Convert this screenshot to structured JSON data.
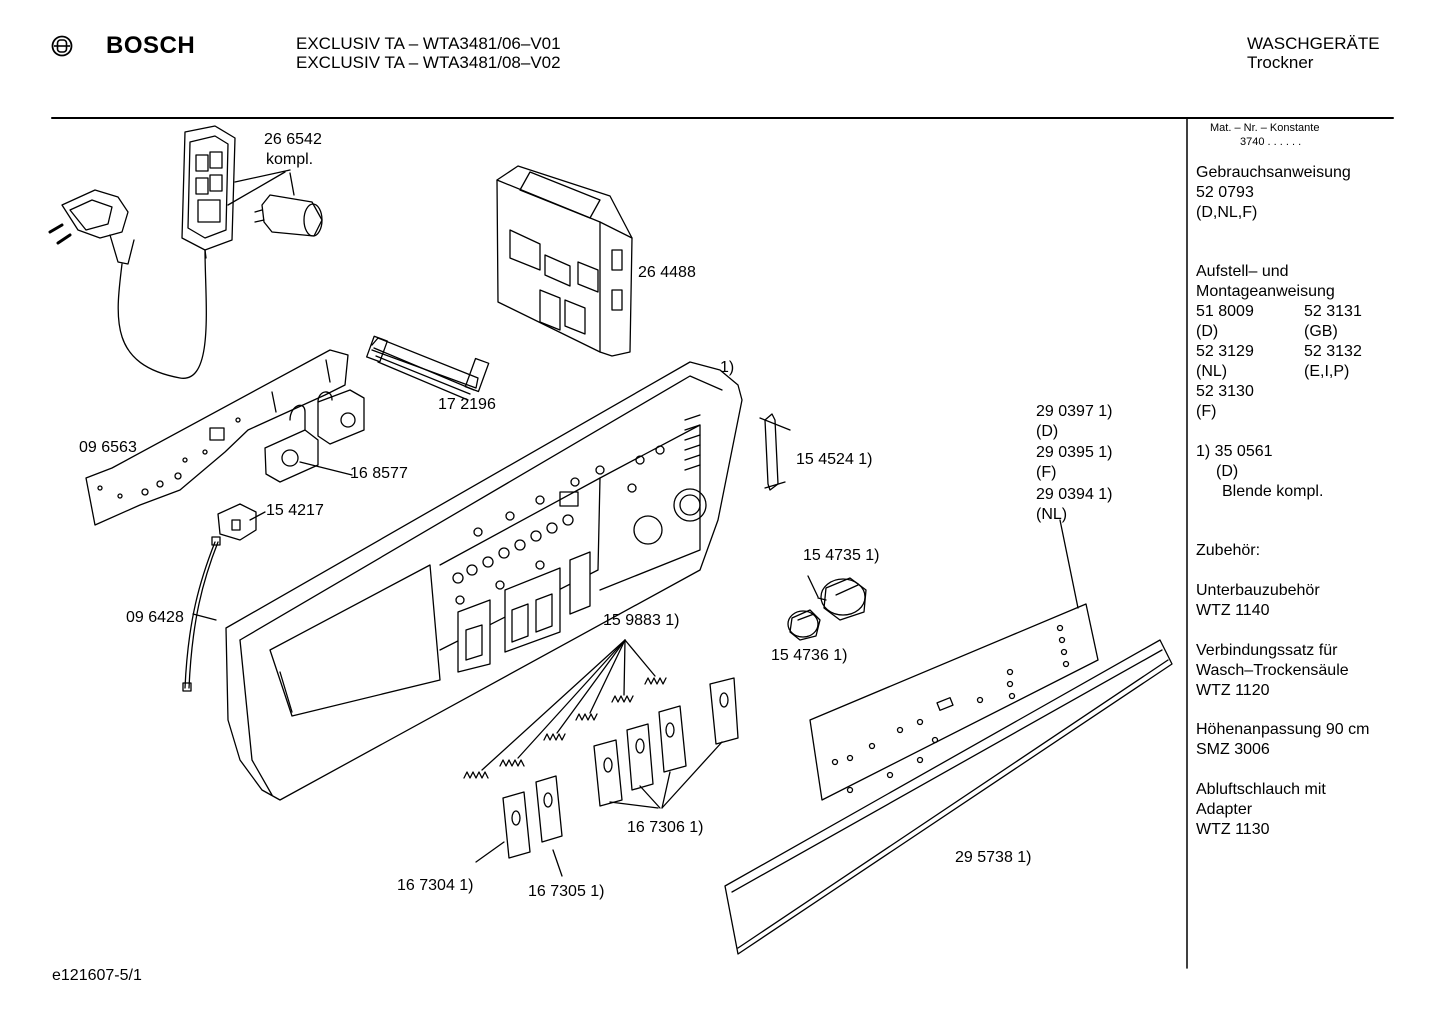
{
  "header": {
    "brand": "BOSCH",
    "model_line_1": "EXCLUSIV TA – WTA3481/06–V01",
    "model_line_2": "EXCLUSIV TA – WTA3481/08–V02",
    "category_line_1": "WASCHGERÄTE",
    "category_line_2": "Trockner"
  },
  "parts": {
    "p266542": "26 6542",
    "p266542_note": "kompl.",
    "p264488": "26 4488",
    "p172196": "17 2196",
    "p096563": "09 6563",
    "p168577": "16 8577",
    "p154217": "15 4217",
    "p096428": "09 6428",
    "panel_ref": "1)",
    "p1545241": "15 4524 1)",
    "p2903971": "29 0397 1)",
    "d": "(D)",
    "p2903951": "29 0395 1)",
    "f": "(F)",
    "p2903941": "29 0394 1)",
    "nl": "(NL)",
    "p1547351": "15 4735 1)",
    "p1547361": "15 4736 1)",
    "p1598831": "15 9883 1)",
    "p1673061": "16 7306 1)",
    "p1673041": "16 7304 1)",
    "p1673051": "16 7305 1)",
    "p2957381": "29 5738 1)"
  },
  "sidebar": {
    "const_line_1": "Mat. – Nr. – Konstante",
    "const_line_2": "3740 . . . . . .",
    "manual_title": "Gebrauchsanweisung",
    "manual_no": "52 0793",
    "manual_lang": "(D,NL,F)",
    "install_title_1": "Aufstell– und",
    "install_title_2": "Montageanweisung",
    "i1_no": "51 8009",
    "i1_lang": "(D)",
    "i2_no": "52 3131",
    "i2_lang": "(GB)",
    "i3_no": "52 3129",
    "i3_lang": "(NL)",
    "i4_no": "52 3132",
    "i4_lang": "(E,I,P)",
    "i5_no": "52 3130",
    "i5_lang": "(F)",
    "note_no": "1) 35 0561",
    "note_lang": "(D)",
    "note_text": "Blende kompl.",
    "acc_title": "Zubehör:",
    "acc1_title": "Unterbauzubehör",
    "acc1_no": "WTZ 1140",
    "acc2_title_1": "Verbindungssatz für",
    "acc2_title_2": "Wasch–Trockensäule",
    "acc2_no": "WTZ 1120",
    "acc3_title": "Höhenanpassung 90 cm",
    "acc3_no": "SMZ 3006",
    "acc4_title_1": "Abluftschlauch  mit",
    "acc4_title_2": "Adapter",
    "acc4_no": "WTZ 1130"
  },
  "footer": {
    "drawing_id": "e121607-5/1"
  }
}
